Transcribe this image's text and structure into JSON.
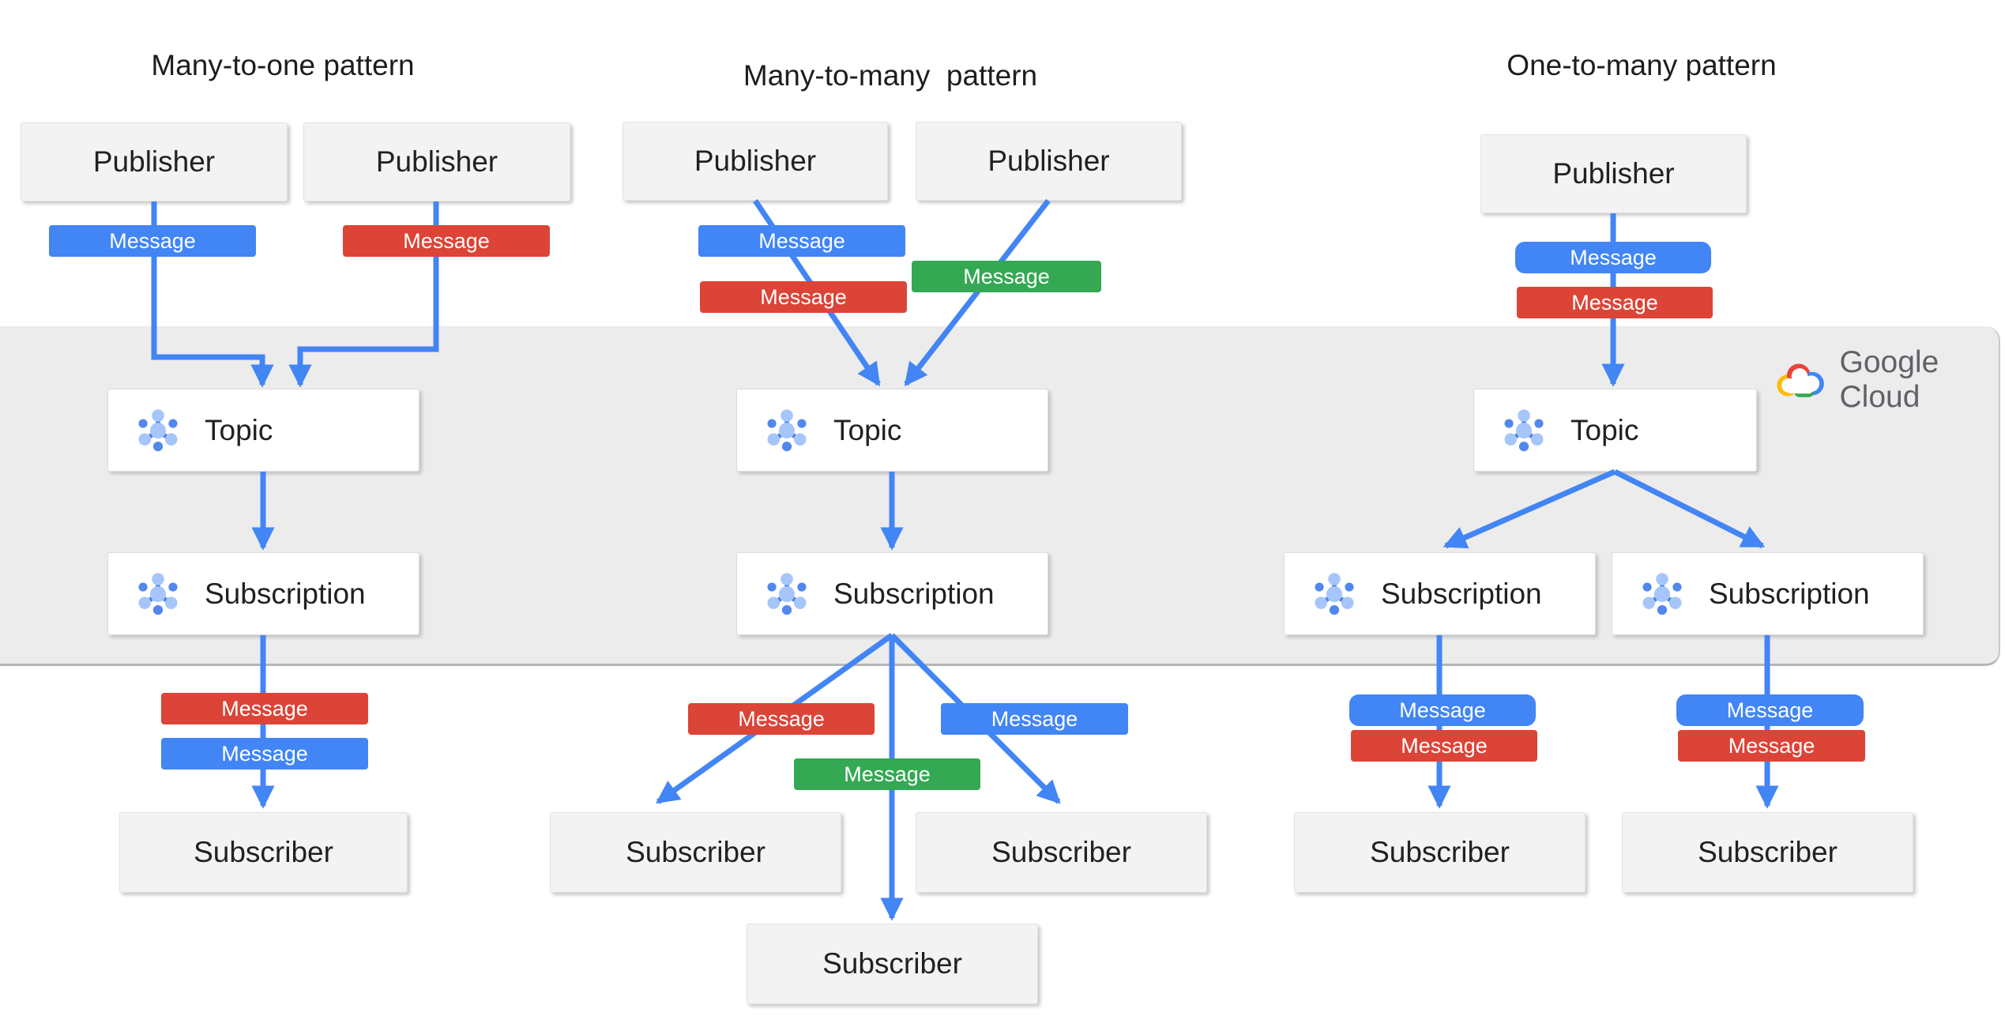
{
  "colors": {
    "blue": "#4285F4",
    "red": "#DB4437",
    "green": "#34A853",
    "arrow": "#4285F4",
    "band": "#ECECEC",
    "band_edge": "#B5B5B5",
    "box_grey": "#F3F3F3",
    "box_border": "#E2E2E2",
    "box_white": "#FFFFFF",
    "white_border": "#DDDDDD",
    "text": "#212121",
    "logo_text": "#5F6368",
    "icon_light": "#A6C6FB",
    "icon_medium": "#5287EE",
    "icon_spoke": "#3F7AE8",
    "logo_red": "#EA4335",
    "logo_blue": "#4285F4",
    "logo_yellow": "#FBBC04",
    "logo_green": "#34A853"
  },
  "patterns": [
    {
      "title": "Many-to-one pattern",
      "publisher_1": "Publisher",
      "publisher_2": "Publisher",
      "pub_msg_1": "Message",
      "pub_msg_2": "Message",
      "topic": "Topic",
      "subscription_1": "Subscription",
      "sub_msg_1": "Message",
      "sub_msg_2": "Message",
      "subscriber_1": "Subscriber"
    },
    {
      "title": "Many-to-many  pattern",
      "publisher_1": "Publisher",
      "publisher_2": "Publisher",
      "pub_msg_1": "Message",
      "pub_msg_2": "Message",
      "pub_msg_3": "Message",
      "topic": "Topic",
      "subscription_1": "Subscription",
      "sub_msg_1": "Message",
      "sub_msg_2": "Message",
      "sub_msg_3": "Message",
      "subscriber_1": "Subscriber",
      "subscriber_2": "Subscriber",
      "subscriber_3": "Subscriber"
    },
    {
      "title": "One-to-many pattern",
      "publisher_1": "Publisher",
      "pub_msg_1": "Message",
      "pub_msg_2": "Message",
      "topic": "Topic",
      "subscription_1": "Subscription",
      "subscription_2": "Subscription",
      "sub1_msg_1": "Message",
      "sub1_msg_2": "Message",
      "sub2_msg_1": "Message",
      "sub2_msg_2": "Message",
      "subscriber_1": "Subscriber",
      "subscriber_2": "Subscriber"
    }
  ],
  "logo": {
    "text": "Google Cloud"
  }
}
